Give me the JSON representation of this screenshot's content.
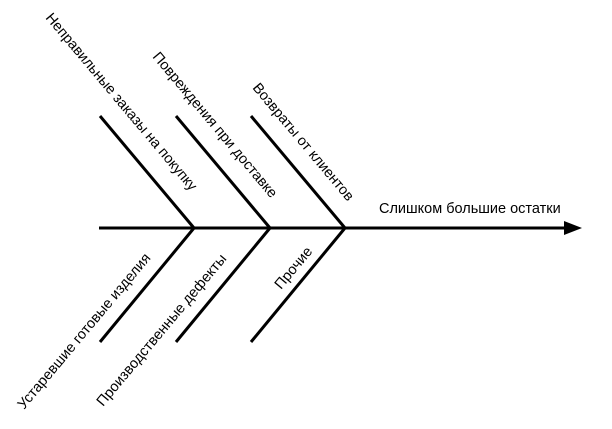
{
  "diagram": {
    "effect": "Слишком большие остатки",
    "causes_top": [
      "Неправильные заказы на покупку",
      "Повреждения при доставке",
      "Возвраты от клиентов"
    ],
    "causes_bottom": [
      "Устаревшие готовые изделия",
      "Производственные дефекты",
      "Прочие"
    ],
    "colors": {
      "line": "#000000",
      "text": "#000000",
      "background": "#ffffff"
    }
  }
}
